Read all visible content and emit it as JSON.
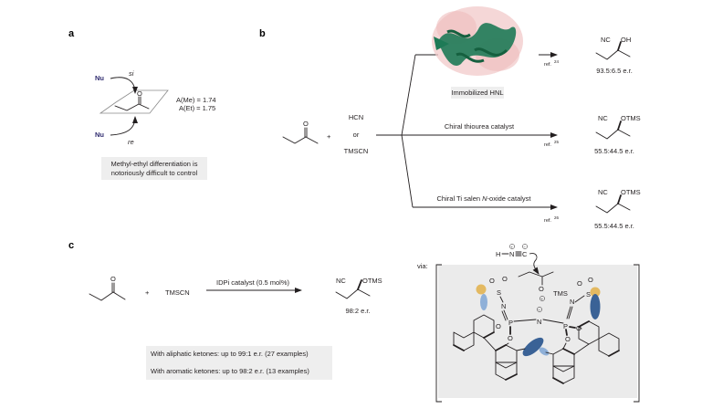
{
  "panel_a": {
    "label": "a",
    "nu_top": "Nu",
    "face_top": "si",
    "nu_bottom": "Nu",
    "face_bottom": "re",
    "carbonyl_o": "O",
    "a_me": "A(Me) = 1.74",
    "a_et": "A(Et) = 1.75",
    "note_line1": "Methyl-ethyl differentiation is",
    "note_line2": "notoriously difficult to control"
  },
  "panel_b": {
    "label": "b",
    "substrate_o": "O",
    "plus": "+",
    "reagent_1": "HCN",
    "reagent_or": "or",
    "reagent_2": "TMSCN",
    "routes": [
      {
        "catalyst": "Immobilized HNL",
        "ref_prefix": "ref.",
        "ref_num": "24",
        "product_left": "NC",
        "product_right": "OH",
        "er": "93.5:6.5 e.r."
      },
      {
        "catalyst": "Chiral thiourea catalyst",
        "ref_prefix": "ref.",
        "ref_num": "25",
        "product_left": "NC",
        "product_right": "OTMS",
        "er": "55.5:44.5 e.r."
      },
      {
        "catalyst_pre": "Chiral Ti salen ",
        "catalyst_italic": "N",
        "catalyst_post": "-oxide catalyst",
        "ref_prefix": "ref.",
        "ref_num": "26",
        "product_left": "NC",
        "product_right": "OTMS",
        "er": "55.5:44.5 e.r."
      }
    ],
    "colors": {
      "enzyme_ribbon": "#1e7a56",
      "enzyme_surface": "#f2c9c9",
      "label_bg": "#eeeeee"
    }
  },
  "panel_c": {
    "label": "c",
    "substrate_o": "O",
    "plus": "+",
    "reagent": "TMSCN",
    "conditions": "IDPi catalyst (0.5 mol%)",
    "product_left": "NC",
    "product_right": "OTMS",
    "er": "98:2 e.r.",
    "scope_line1": "With aliphatic ketones: up to 99:1 e.r. (27 examples)",
    "scope_line2": "With aromatic ketones: up to 98:2 e.r. (13 examples)",
    "via": "via:",
    "ts": {
      "hnc_h": "H",
      "hnc_n": "N",
      "hnc_c": "C",
      "oxonium_o": "O",
      "tms": "TMS",
      "s_left": "S",
      "s_right": "S",
      "o": "O",
      "n": "N",
      "p": "P",
      "plus_sym": "+",
      "minus_sym": "−"
    },
    "colors": {
      "bracket_bg": "#ebebeb",
      "dark_blue": "#3a6296",
      "light_blue": "#8fb0d8",
      "gold": "#e3b961"
    }
  }
}
